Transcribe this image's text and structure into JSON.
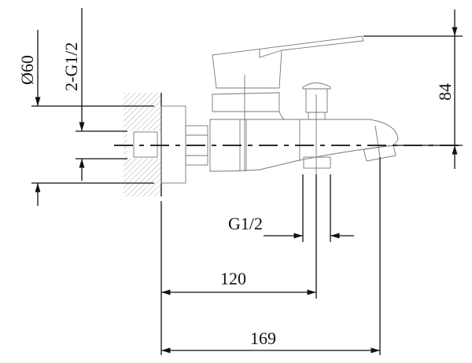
{
  "drawing": {
    "dimensions": {
      "diameter": "Ø60",
      "inlet_thread": "2-G1/2",
      "height": "84",
      "outlet_thread": "G1/2",
      "center_to_diverter": "120",
      "center_to_spout": "169"
    },
    "line_color": "#111111",
    "part_color": "#777777"
  }
}
